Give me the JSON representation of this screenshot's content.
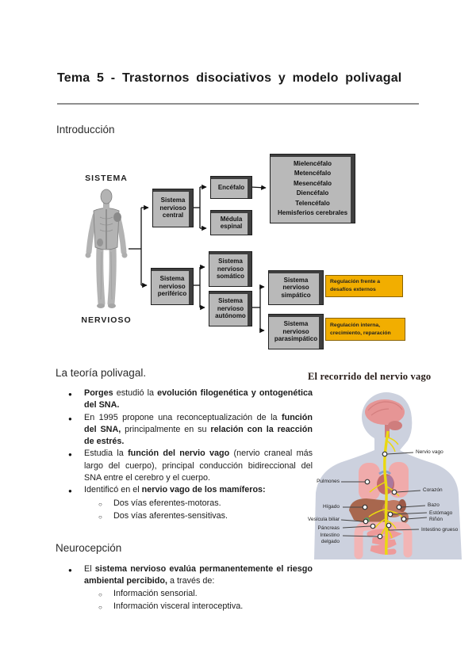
{
  "title": "Tema 5 - Trastornos disociativos y modelo polivagal",
  "sections": {
    "intro": "Introducción",
    "polivagal": "La teoría polivagal.",
    "neurocepcion": "Neurocepción"
  },
  "diagram": {
    "sistema": "SISTEMA",
    "nervioso": "NERVIOSO",
    "central": [
      "Sistema",
      "nervioso",
      "central"
    ],
    "encefalo": [
      "Encéfalo"
    ],
    "medula": [
      "Médula",
      "espinal"
    ],
    "brain": [
      "Mielencéfalo",
      "Metencéfalo",
      "Mesencéfalo",
      "Diencéfalo",
      "Telencéfalo",
      "Hemisferios cerebrales"
    ],
    "periferico": [
      "Sistema",
      "nervioso",
      "periférico"
    ],
    "somatico": [
      "Sistema",
      "nervioso",
      "somático"
    ],
    "autonomo": [
      "Sistema",
      "nervioso",
      "autónomo"
    ],
    "simpatico": [
      "Sistema",
      "nervioso",
      "simpático"
    ],
    "parasimpatico": [
      "Sistema",
      "nervioso",
      "parasimpático"
    ],
    "reg_externa": [
      "Regulación frente a",
      "desafíos externos"
    ],
    "reg_interna": [
      "Regulación interna,",
      "crecimiento, reparación"
    ],
    "colors": {
      "box": "#b9b9b9",
      "shadow": "#3f3f3f",
      "highlight": "#f2ae00"
    }
  },
  "polivagal": {
    "bullets": [
      [
        {
          "t": "Porges ",
          "b": true
        },
        {
          "t": "estudió la ",
          "b": false
        },
        {
          "t": "evolución filogenética y ontogenética del SNA.",
          "b": true
        }
      ],
      [
        {
          "t": "En 1995 propone una reconceptualización de la ",
          "b": false
        },
        {
          "t": "función del SNA,",
          "b": true
        },
        {
          "t": " principalmente en su ",
          "b": false
        },
        {
          "t": "relación con la reacción de estrés.",
          "b": true
        }
      ],
      [
        {
          "t": "Estudia la ",
          "b": false
        },
        {
          "t": "función del nervio vago ",
          "b": true
        },
        {
          "t": "(nervio craneal más largo del cuerpo), principal conducción bidireccional del SNA entre el cerebro y el cuerpo.",
          "b": false
        }
      ],
      [
        {
          "t": "Identificó en el ",
          "b": false
        },
        {
          "t": "nervio vago de los mamíferos:",
          "b": true
        }
      ]
    ],
    "subs": [
      "Dos vías eferentes-motoras.",
      "Dos vías aferentes-sensitivas."
    ]
  },
  "vago": {
    "title": "El recorrido del nervio vago",
    "labels": {
      "nervio": "Nervio vago",
      "pulmones": "Pulmones",
      "corazon": "Corazón",
      "higado": "Hígado",
      "bazo": "Bazo",
      "estomago": "Estómago",
      "vesicula": "Vesícula biliar",
      "rinon": "Riñón",
      "pancreas": "Páncreas",
      "grueso": "Intestino grueso",
      "delgado": "Intestino delgado"
    }
  },
  "neurocepcion": {
    "bullets": [
      [
        {
          "t": "El ",
          "b": false
        },
        {
          "t": "sistema nervioso evalúa permanentemente el riesgo ambiental percibido,",
          "b": true
        },
        {
          "t": " a través de:",
          "b": false
        }
      ]
    ],
    "subs": [
      "Información sensorial.",
      "Información visceral interoceptiva."
    ]
  }
}
